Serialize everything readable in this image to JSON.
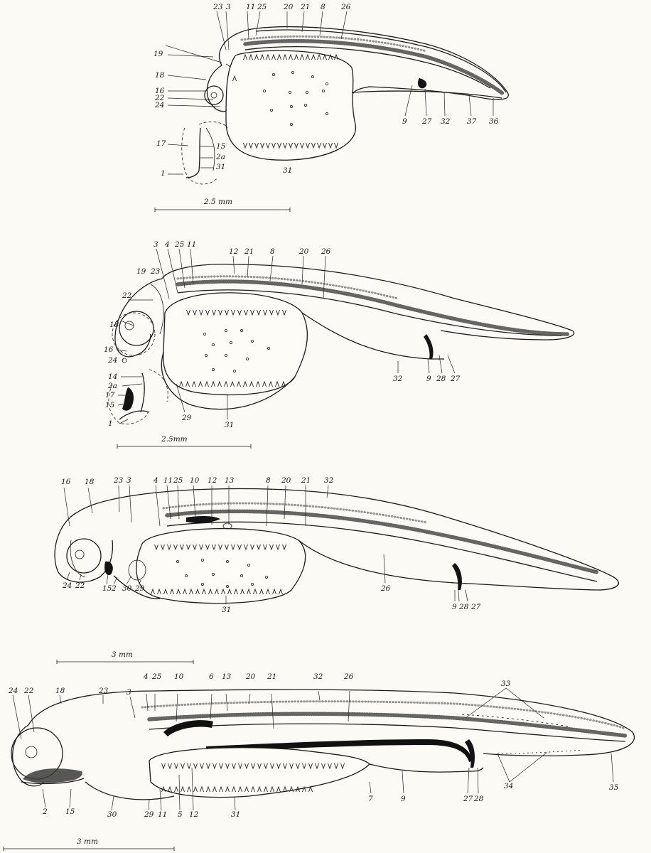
{
  "figures": [
    {
      "id": "fig-a",
      "scale_label": "2.5 mm",
      "labels": [
        "23",
        "3",
        "11",
        "25",
        "20",
        "21",
        "8",
        "26",
        "19",
        "18",
        "16",
        "22",
        "24",
        "17",
        "15",
        "2a",
        "31",
        "1",
        "9",
        "27",
        "32",
        "37",
        "36",
        "31"
      ]
    },
    {
      "id": "fig-b",
      "scale_label": "2.5mm",
      "labels": [
        "3",
        "4",
        "25",
        "11",
        "12",
        "21",
        "8",
        "20",
        "26",
        "19",
        "23",
        "22",
        "18",
        "16",
        "24",
        "14",
        "2a",
        "17",
        "15",
        "1",
        "29",
        "31",
        "32",
        "9",
        "28",
        "27"
      ]
    },
    {
      "id": "fig-c",
      "scale_label": "3 mm",
      "labels": [
        "16",
        "18",
        "23",
        "3",
        "4",
        "11",
        "25",
        "10",
        "12",
        "13",
        "8",
        "20",
        "21",
        "32",
        "24",
        "22",
        "15",
        "2",
        "30",
        "29",
        "31",
        "26",
        "9",
        "28",
        "27"
      ]
    },
    {
      "id": "fig-d",
      "scale_label": "3 mm",
      "labels": [
        "24",
        "22",
        "18",
        "23",
        "3",
        "4",
        "25",
        "10",
        "6",
        "13",
        "20",
        "21",
        "32",
        "26",
        "33",
        "2",
        "15",
        "30",
        "29",
        "11",
        "5",
        "12",
        "31",
        "7",
        "9",
        "27",
        "28",
        "34",
        "35"
      ]
    }
  ]
}
